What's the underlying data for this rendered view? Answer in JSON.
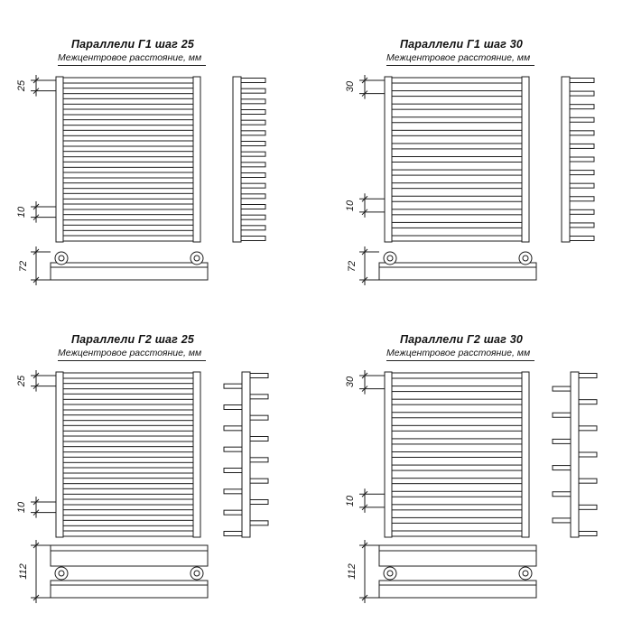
{
  "sheet": {
    "background": "#ffffff",
    "line_color": "#1c1c1c"
  },
  "drawings": [
    {
      "title": "Параллели Г1 шаг 25",
      "subtitle": "Межцентровое расстояние, мм",
      "variant": "G1",
      "step_mm": 25,
      "step_label": "25",
      "bottom_gap_label": "10",
      "base_height_label": "72",
      "bar_count": 16
    },
    {
      "title": "Параллели Г1 шаг 30",
      "subtitle": "Межцентровое расстояние, мм",
      "variant": "G1",
      "step_mm": 30,
      "step_label": "30",
      "bottom_gap_label": "10",
      "base_height_label": "72",
      "bar_count": 13
    },
    {
      "title": "Параллели Г2 шаг 25",
      "subtitle": "Межцентровое расстояние, мм",
      "variant": "G2",
      "step_mm": 25,
      "step_label": "25",
      "bottom_gap_label": "10",
      "base_height_label": "112",
      "bar_count": 16
    },
    {
      "title": "Параллели Г2 шаг 30",
      "subtitle": "Межцентровое расстояние, мм",
      "variant": "G2",
      "step_mm": 30,
      "step_label": "30",
      "bottom_gap_label": "10",
      "base_height_label": "112",
      "bar_count": 13
    }
  ]
}
